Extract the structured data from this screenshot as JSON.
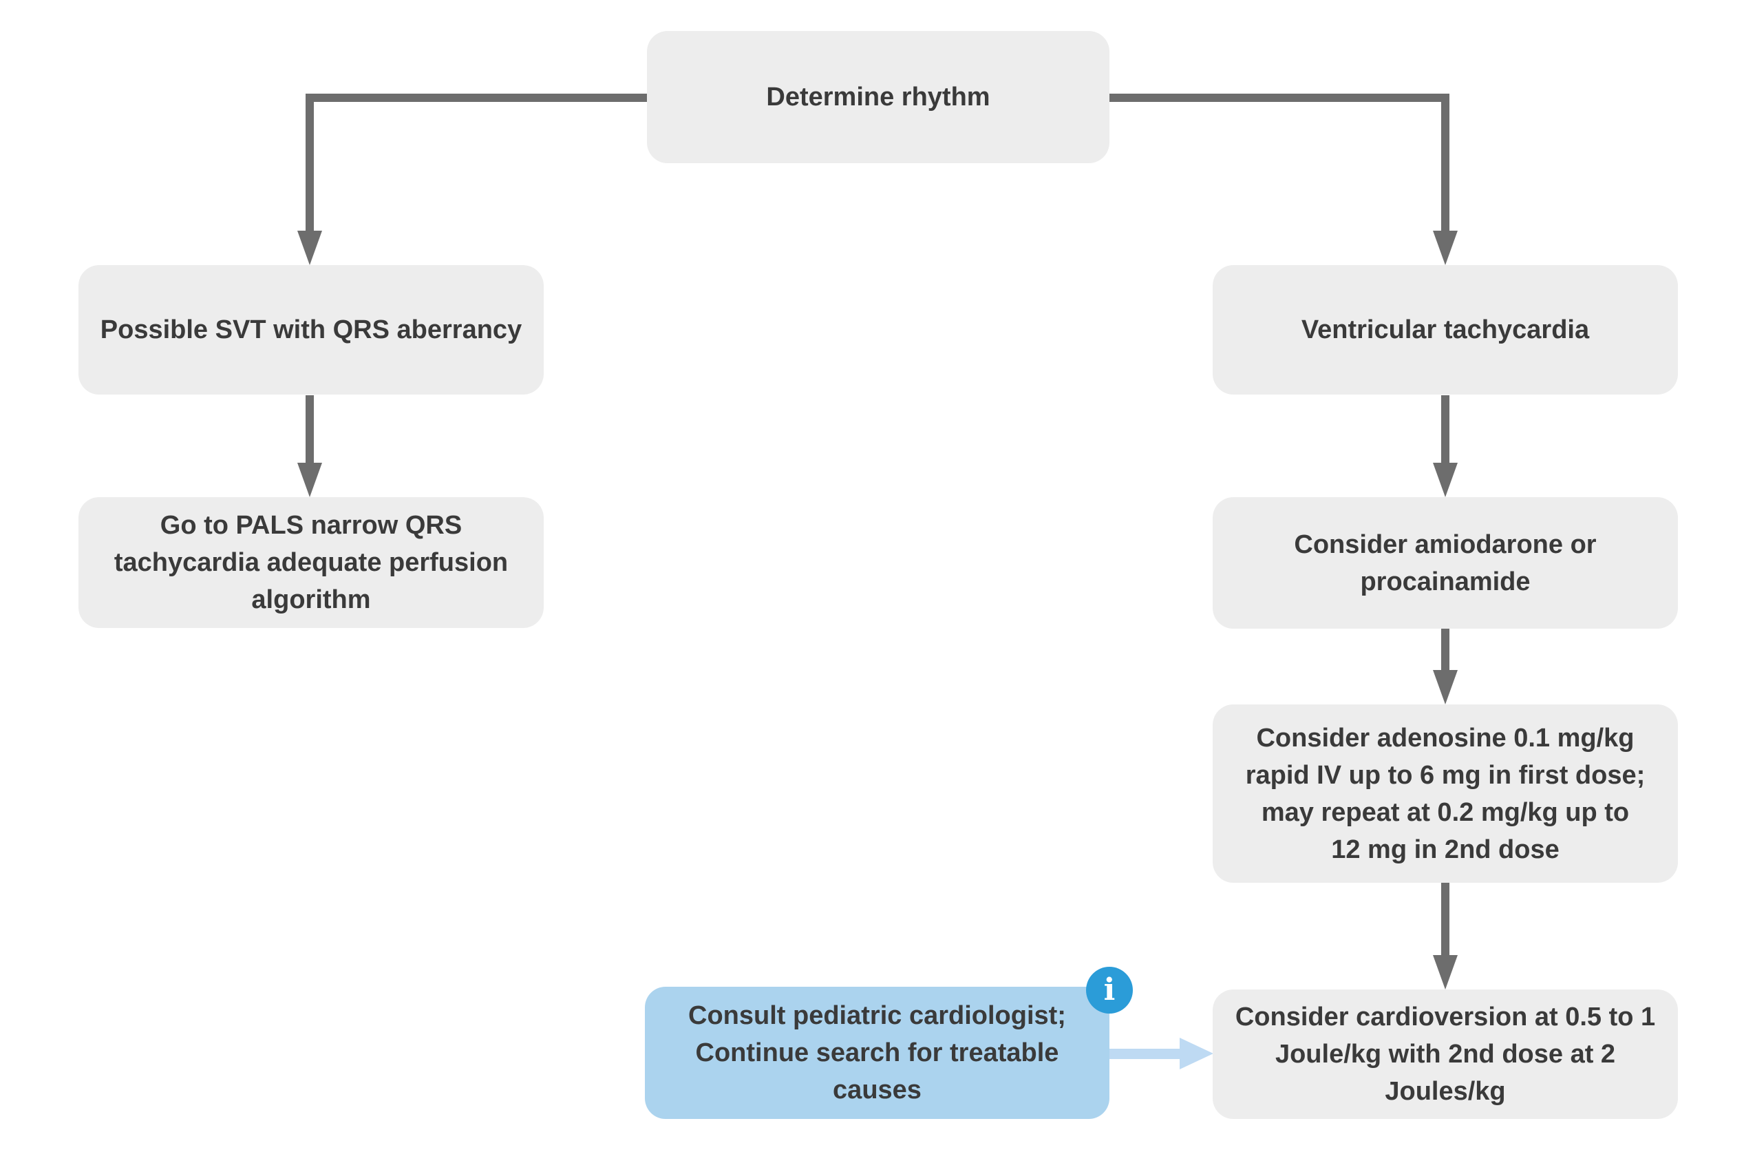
{
  "diagram": {
    "type": "flowchart",
    "nodes": {
      "determine_rhythm": "Determine rhythm",
      "possible_svt": "Possible SVT with QRS aberrancy",
      "goto_pals": "Go to PALS narrow QRS\ntachycardia adequate perfusion\nalgorithm",
      "ventricular_tachycardia": "Ventricular tachycardia",
      "amiodarone": "Consider amiodarone or\nprocainamide",
      "adenosine": "Consider adenosine 0.1 mg/kg\nrapid IV up to 6 mg in first dose;\nmay repeat at 0.2 mg/kg up to\n12 mg in 2nd dose",
      "cardioversion": "Consider cardioversion at 0.5 to 1\nJoule/kg with 2nd dose at 2\nJoules/kg",
      "consult": "Consult pediatric cardiologist;\nContinue search for treatable\ncauses"
    },
    "info_badge": {
      "glyph": "i"
    },
    "colors": {
      "background": "#ffffff",
      "node_fill": "#ededed",
      "node_text": "#3a3a3a",
      "connector": "#6d6d6d",
      "highlight_fill": "#abd3ee",
      "highlight_arrow": "#bedaf3",
      "info_badge_fill": "#2b9cd8",
      "info_badge_glyph": "#ffffff"
    }
  }
}
